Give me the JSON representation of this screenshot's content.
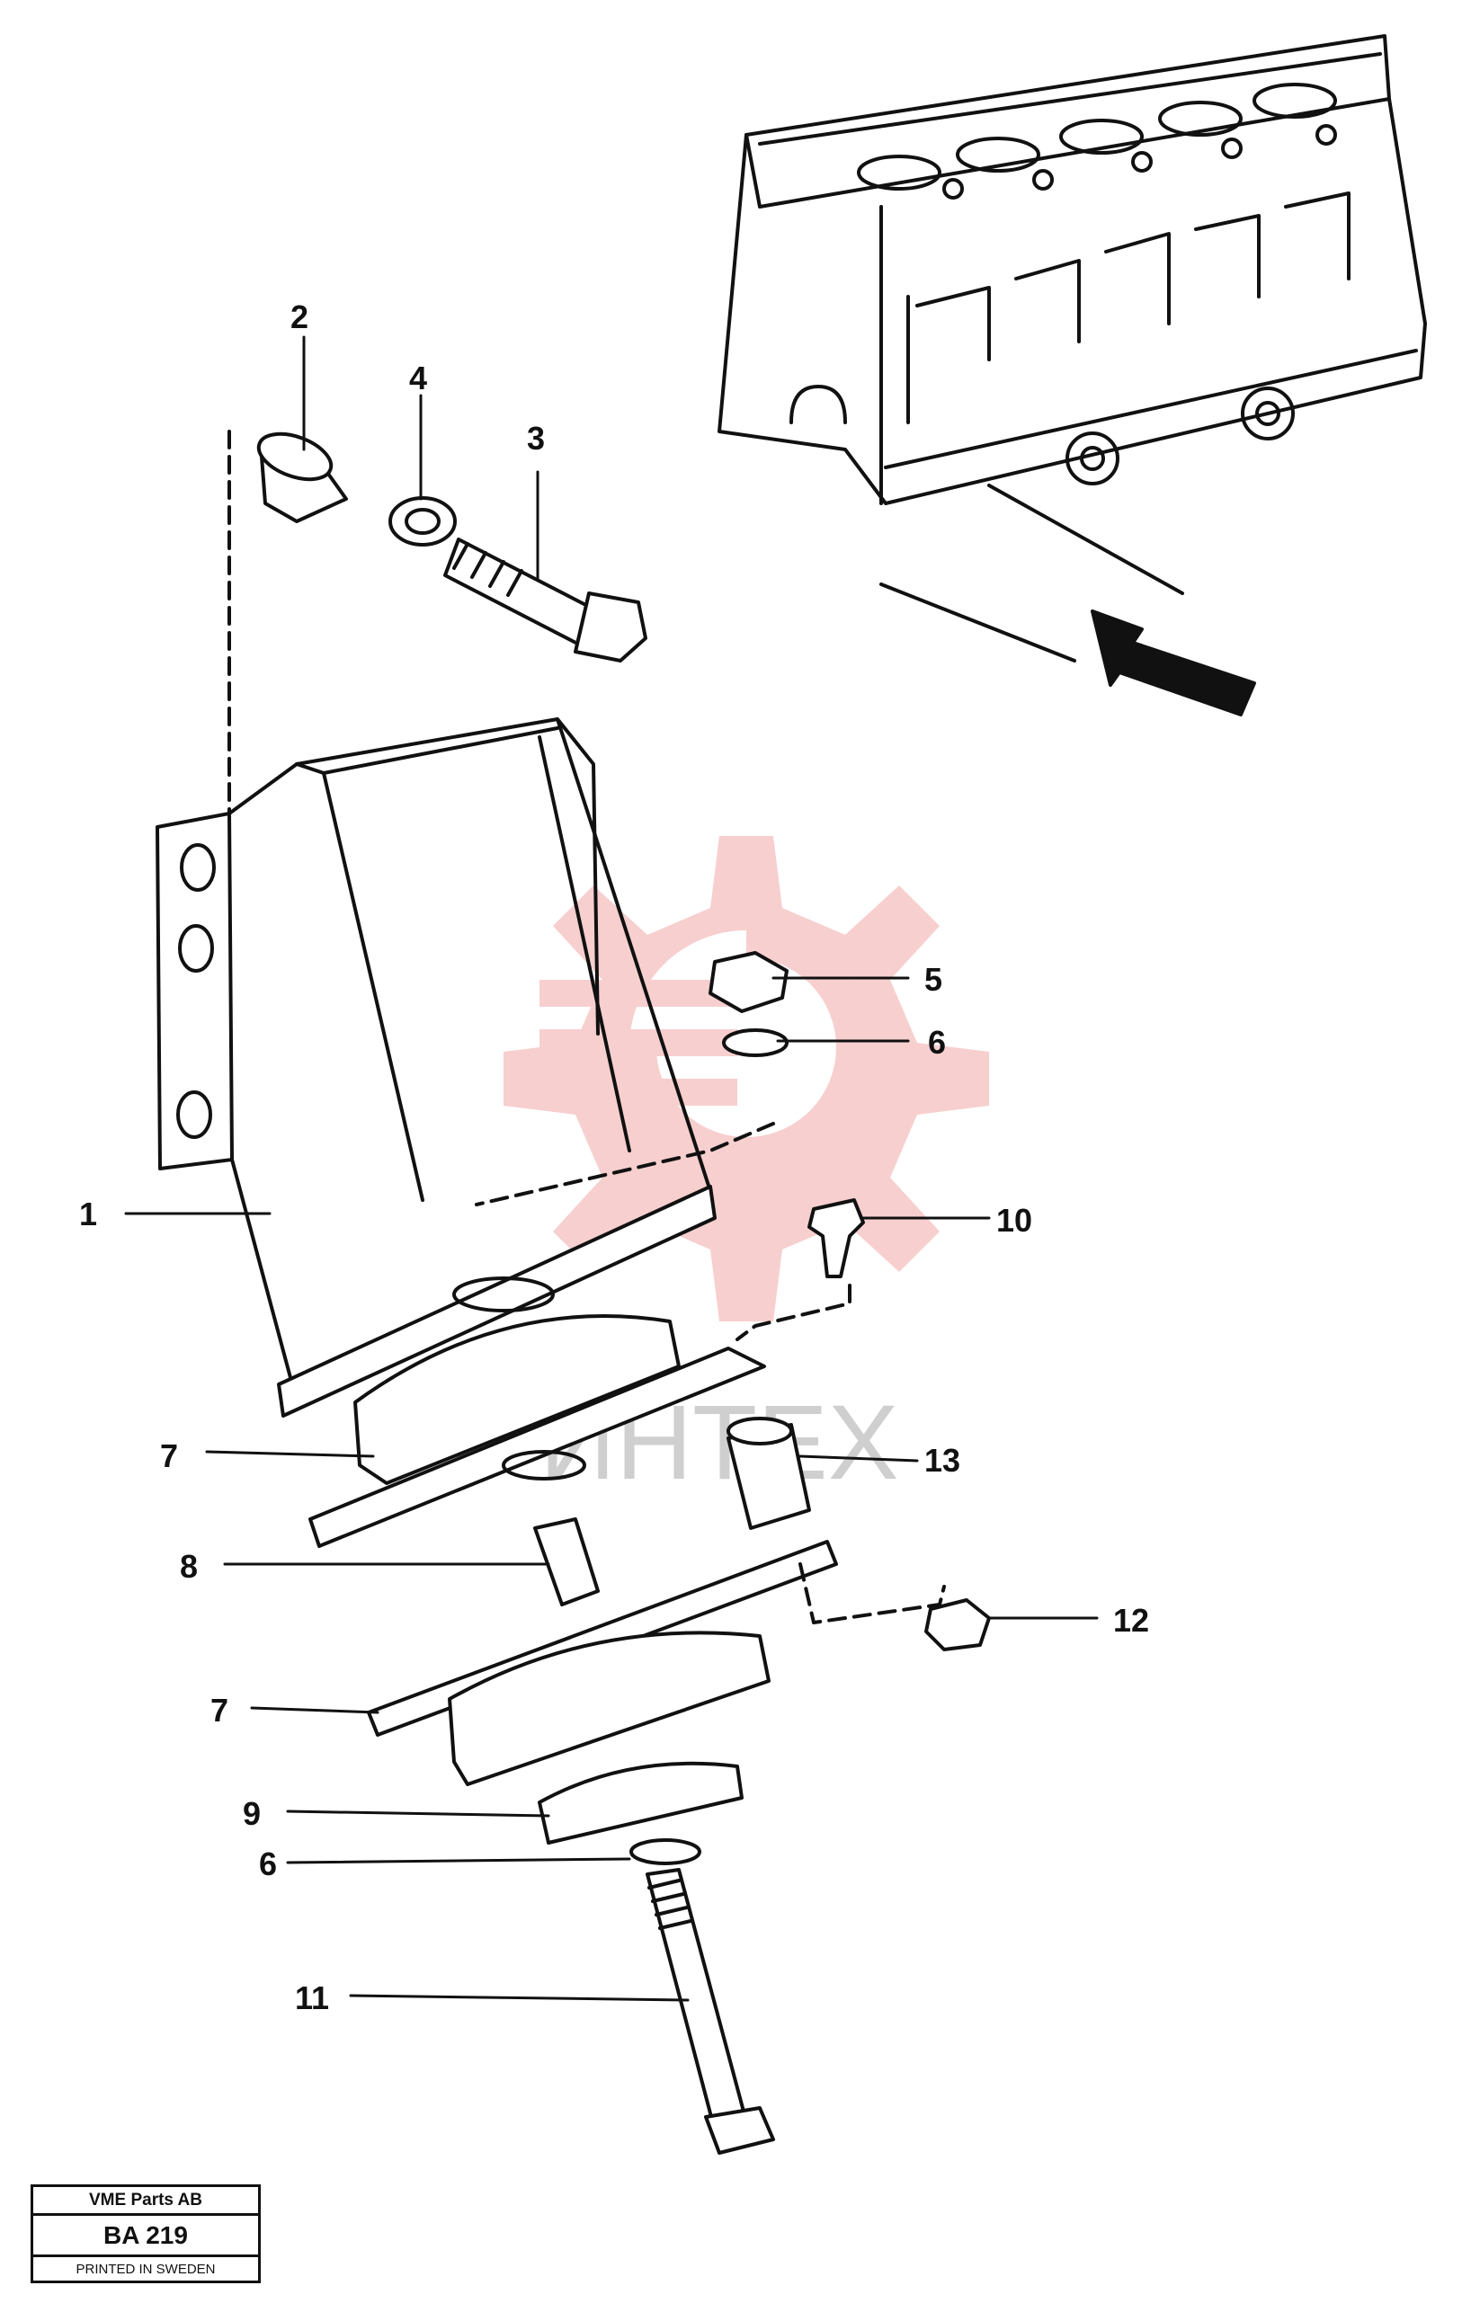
{
  "watermark": {
    "text": "ИНТЕХ",
    "color": "#f2a8a8"
  },
  "callouts": [
    {
      "id": "c1",
      "label": "1"
    },
    {
      "id": "c2",
      "label": "2"
    },
    {
      "id": "c3",
      "label": "3"
    },
    {
      "id": "c4",
      "label": "4"
    },
    {
      "id": "c5",
      "label": "5"
    },
    {
      "id": "c6a",
      "label": "6"
    },
    {
      "id": "c6b",
      "label": "6"
    },
    {
      "id": "c7a",
      "label": "7"
    },
    {
      "id": "c7b",
      "label": "7"
    },
    {
      "id": "c8",
      "label": "8"
    },
    {
      "id": "c9",
      "label": "9"
    },
    {
      "id": "c10",
      "label": "10"
    },
    {
      "id": "c11",
      "label": "11"
    },
    {
      "id": "c12",
      "label": "12"
    },
    {
      "id": "c13",
      "label": "13"
    }
  ],
  "stamp": {
    "company": "VME Parts AB",
    "code": "BA 219",
    "printed": "PRINTED IN SWEDEN"
  }
}
